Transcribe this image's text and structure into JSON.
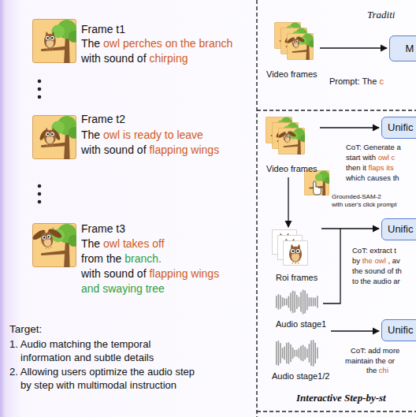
{
  "diagram": {
    "nodes": [
      {
        "text": [
          "M"
        ]
      },
      {
        "text": [
          "Unific"
        ]
      },
      {
        "text": [
          "Unific"
        ]
      },
      {
        "text": [
          "Unific"
        ]
      }
    ],
    "labels": [
      "Frame t1",
      "The owl perches on the branch with sound of chirping",
      "Frame t2",
      "The owl is ready to leave with sound of flapping wings",
      "Frame t3",
      "The owl takes off from the branch. with sound of flapping wings and swaying tree",
      "Target:",
      "1. Audio matching the temporal information and subtle details",
      "2. Allowing users optimize the audio step by step with multimodal instruction",
      "Traditi",
      "Video frames",
      "Prompt: The c",
      "Video frames",
      "CoT: Generate a start with owl c then it flaps its which causes th",
      "Grounded-SAM-2 with user's click prompt",
      "Roi frames",
      "CoT: extract t by the owl , av the sound of th to the audio ar",
      "Audio stage1",
      "Audio stage1/2",
      "CoT: add more maintain the or the chi",
      "Interactive Step-by-st"
    ]
  }
}
